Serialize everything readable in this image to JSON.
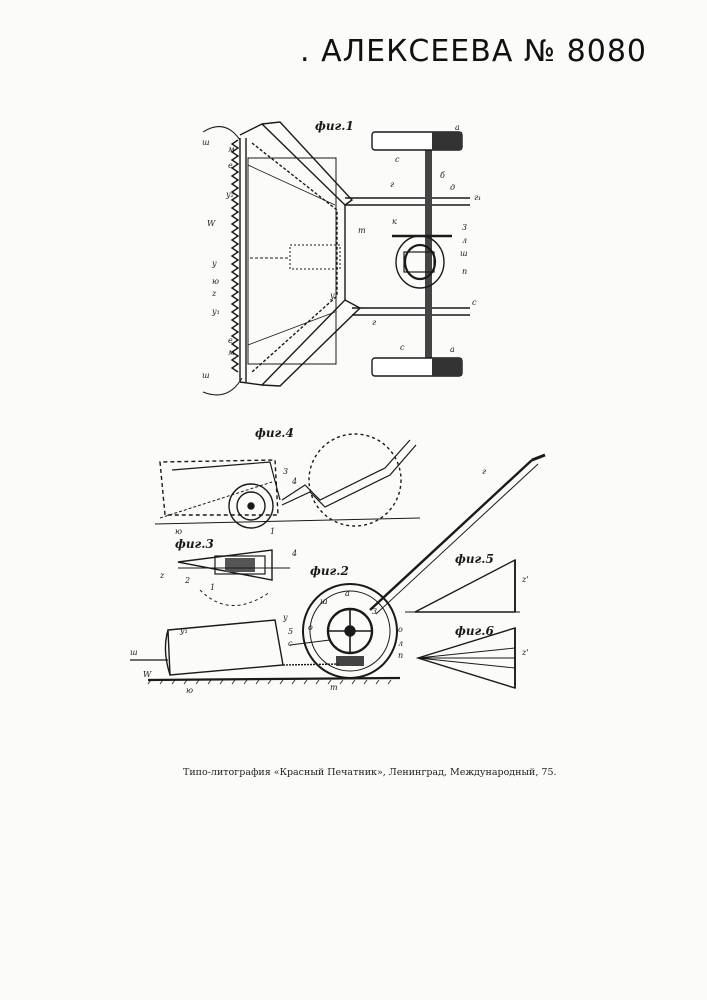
{
  "header": {
    "text": ". АЛЕКСЕЕВА № 8080"
  },
  "figures": {
    "fig1": "фиг.1",
    "fig2": "фиг.2",
    "fig3": "фиг.3",
    "fig4": "фиг.4",
    "fig5": "фиг.5",
    "fig6": "фиг.6"
  },
  "refs": {
    "sh": "ш",
    "m": "м",
    "e": "е",
    "y2": "у₂",
    "W": "W",
    "y": "у",
    "yu": "ю",
    "z": "z",
    "y1": "у₁",
    "t": "т",
    "a": "а",
    "s": "с",
    "b": "б",
    "d": "д",
    "g": "г",
    "g1": "г₁",
    "k": "к",
    "three": "3",
    "l": "л",
    "p": "п",
    "one": "1",
    "two": "2",
    "four": "4",
    "five": "5",
    "o": "о",
    "z1": "z'"
  },
  "footer": {
    "text": "Типо-литография «Красный Печатник», Ленинград, Международный, 75."
  }
}
